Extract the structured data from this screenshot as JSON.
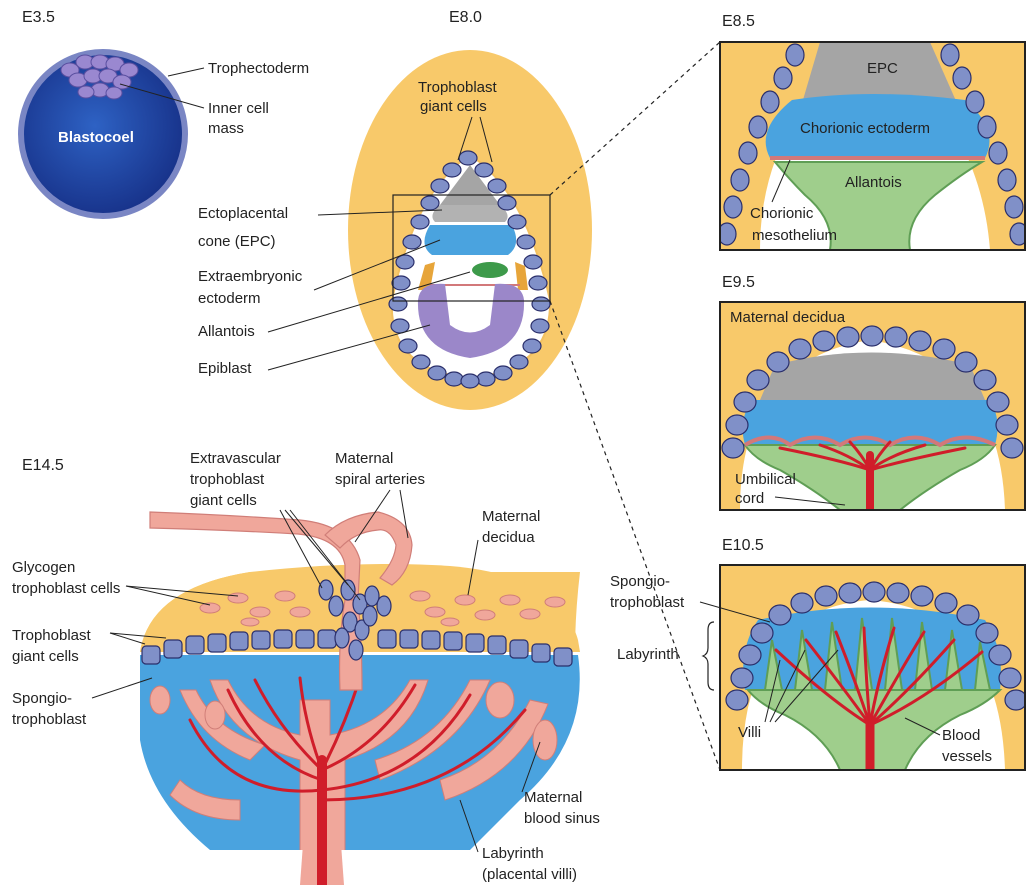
{
  "stages": {
    "e35": "E3.5",
    "e80": "E8.0",
    "e85": "E8.5",
    "e95": "E9.5",
    "e105": "E10.5",
    "e145": "E14.5"
  },
  "e35": {
    "blastocoel": "Blastocoel",
    "trophectoderm": "Trophectoderm",
    "inner_cell_mass_1": "Inner cell",
    "inner_cell_mass_2": "mass"
  },
  "e80": {
    "tgc_1": "Trophoblast",
    "tgc_2": "giant cells",
    "epc_1": "Ectoplacental",
    "epc_2": "cone (EPC)",
    "exe_1": "Extraembryonic",
    "exe_2": "ectoderm",
    "allantois": "Allantois",
    "epiblast": "Epiblast"
  },
  "e85": {
    "epc": "EPC",
    "chorionic_ectoderm": "Chorionic ectoderm",
    "allantois": "Allantois",
    "mesothelium_1": "Chorionic",
    "mesothelium_2": "mesothelium"
  },
  "e95": {
    "maternal_decidua": "Maternal decidua",
    "umbilical_1": "Umbilical",
    "umbilical_2": "cord"
  },
  "e105": {
    "spongio_1": "Spongio-",
    "spongio_2": "trophoblast",
    "labyrinth": "Labyrinth",
    "villi": "Villi",
    "blood_1": "Blood",
    "blood_2": "vessels"
  },
  "e145": {
    "evt_1": "Extravascular",
    "evt_2": "trophoblast",
    "evt_3": "giant cells",
    "spiral_1": "Maternal",
    "spiral_2": "spiral arteries",
    "decidua_1": "Maternal",
    "decidua_2": "decidua",
    "glycogen_1": "Glycogen",
    "glycogen_2": "trophoblast cells",
    "tgc_1": "Trophoblast",
    "tgc_2": "giant cells",
    "spongio_1": "Spongio-",
    "spongio_2": "trophoblast",
    "sinus_1": "Maternal",
    "sinus_2": "blood sinus",
    "labyrinth_1": "Labyrinth",
    "labyrinth_2": "(placental villi)"
  },
  "colors": {
    "yellow": "#f8c96a",
    "blue": "#4aa3df",
    "dark_blue": "#1f3f9c",
    "grey": "#a5a5a5",
    "green": "#9fce8c",
    "pink": "#f0a79b",
    "red": "#d01d2a",
    "purple": "#9b87c9",
    "cell": "#8090c8"
  }
}
